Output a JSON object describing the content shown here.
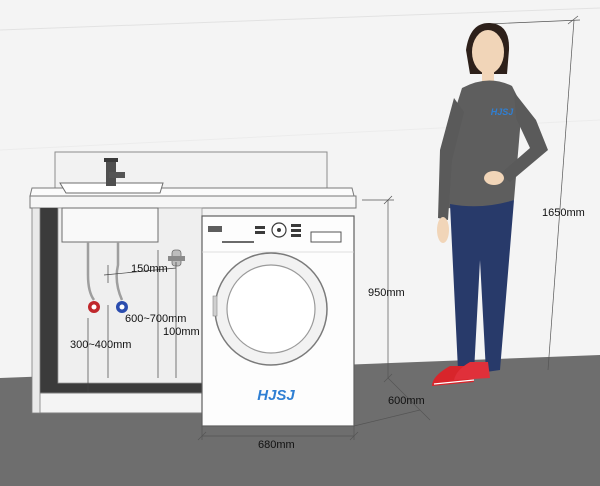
{
  "diagram": {
    "brand": "HJSJ",
    "dimensions": {
      "person_height": "1650mm",
      "cabinet_height": "950mm",
      "depth": "600mm",
      "washer_width": "680mm",
      "valve_offset": "150mm",
      "pipe_height": "600~700mm",
      "pipe_spacing": "100mm",
      "drain_height": "300~400mm"
    },
    "colors": {
      "floor": "#6e6e6e",
      "wall": "#f4f4f4",
      "cabinet": "#f5f5f5",
      "cabinet_interior": "#3b3b3b",
      "person_shirt": "#5e5e5e",
      "person_pants": "#283a6a",
      "person_hair": "#2d201a",
      "person_skin": "#f1d5b8",
      "shoe": "#d8252b",
      "brand_blue": "#2f7fd3",
      "hot_valve": "#c0282c",
      "cold_valve": "#2a4cae"
    }
  }
}
